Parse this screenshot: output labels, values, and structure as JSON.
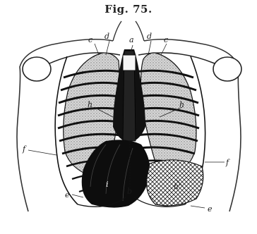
{
  "figure": {
    "caption": "Fig. 75."
  },
  "labels": {
    "a": "a",
    "b": "b",
    "c": "c",
    "d": "d",
    "e": "e",
    "f": "f",
    "h": "h",
    "h_prime": "h'",
    "i": "i"
  },
  "colors": {
    "ink": "#1a1a1a",
    "paper": "#ffffff",
    "lung_stipple": "#bdbdbd",
    "heart": "#0d0d0d"
  }
}
